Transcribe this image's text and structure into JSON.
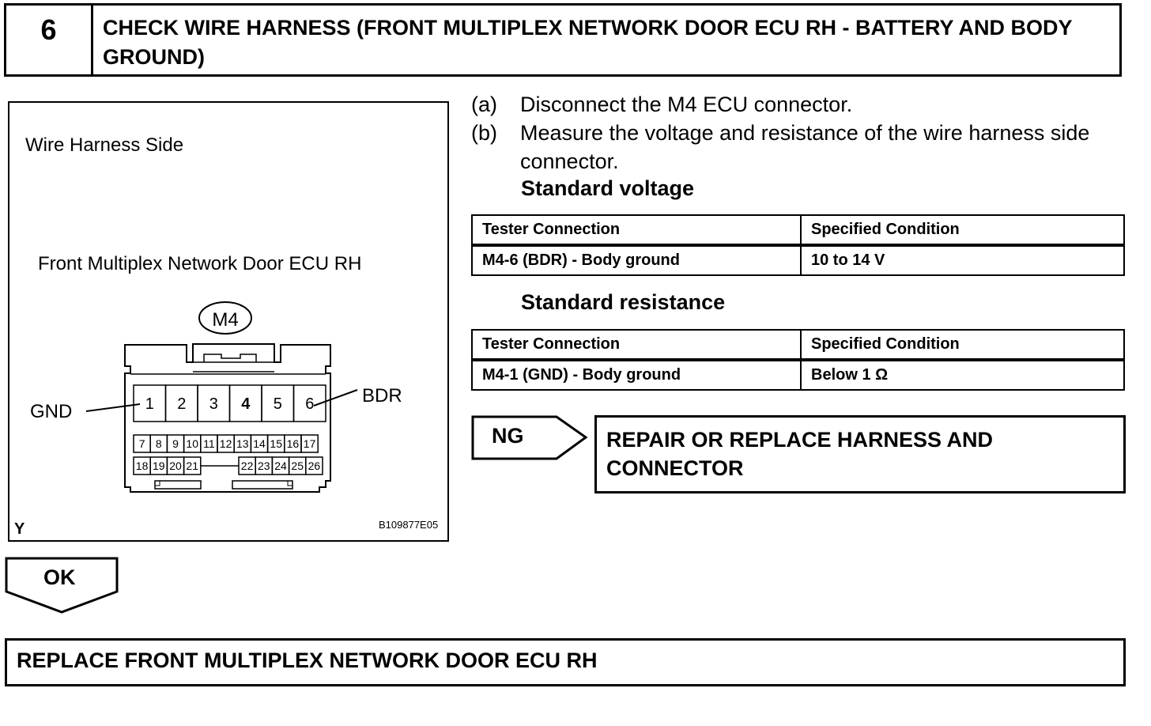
{
  "header": {
    "step_number": "6",
    "title": "CHECK WIRE HARNESS (FRONT MULTIPLEX NETWORK DOOR ECU RH - BATTERY AND BODY GROUND)"
  },
  "figure": {
    "side_label": "Wire Harness Side",
    "component_label": "Front Multiplex Network Door ECU RH",
    "connector_id": "M4",
    "left_pin_label": "GND",
    "right_pin_label": "BDR",
    "top_row_pins": [
      "1",
      "2",
      "3",
      "4",
      "5",
      "6"
    ],
    "middle_row_pins": [
      "7",
      "8",
      "9",
      "10",
      "11",
      "12",
      "13",
      "14",
      "15",
      "16",
      "17"
    ],
    "bottom_row_left_pins": [
      "18",
      "19",
      "20",
      "21"
    ],
    "bottom_row_right_pins": [
      "22",
      "23",
      "24",
      "25",
      "26"
    ],
    "corner_mark": "Y",
    "figure_code": "B109877E05"
  },
  "instructions": [
    {
      "tag": "(a)",
      "text": "Disconnect the M4 ECU connector."
    },
    {
      "tag": "(b)",
      "text": "Measure the voltage and resistance of the wire harness side connector."
    }
  ],
  "voltage_table": {
    "heading": "Standard voltage",
    "columns": [
      "Tester Connection",
      "Specified Condition"
    ],
    "rows": [
      [
        "M4-6 (BDR) - Body ground",
        "10 to 14 V"
      ]
    ]
  },
  "resistance_table": {
    "heading": "Standard resistance",
    "columns": [
      "Tester Connection",
      "Specified Condition"
    ],
    "rows": [
      [
        "M4-1 (GND) - Body ground",
        "Below 1 Ω"
      ]
    ]
  },
  "ng_branch": {
    "label": "NG",
    "result": "REPAIR OR REPLACE HARNESS AND CONNECTOR"
  },
  "ok_branch": {
    "label": "OK",
    "result": "REPLACE FRONT MULTIPLEX NETWORK DOOR ECU RH"
  }
}
